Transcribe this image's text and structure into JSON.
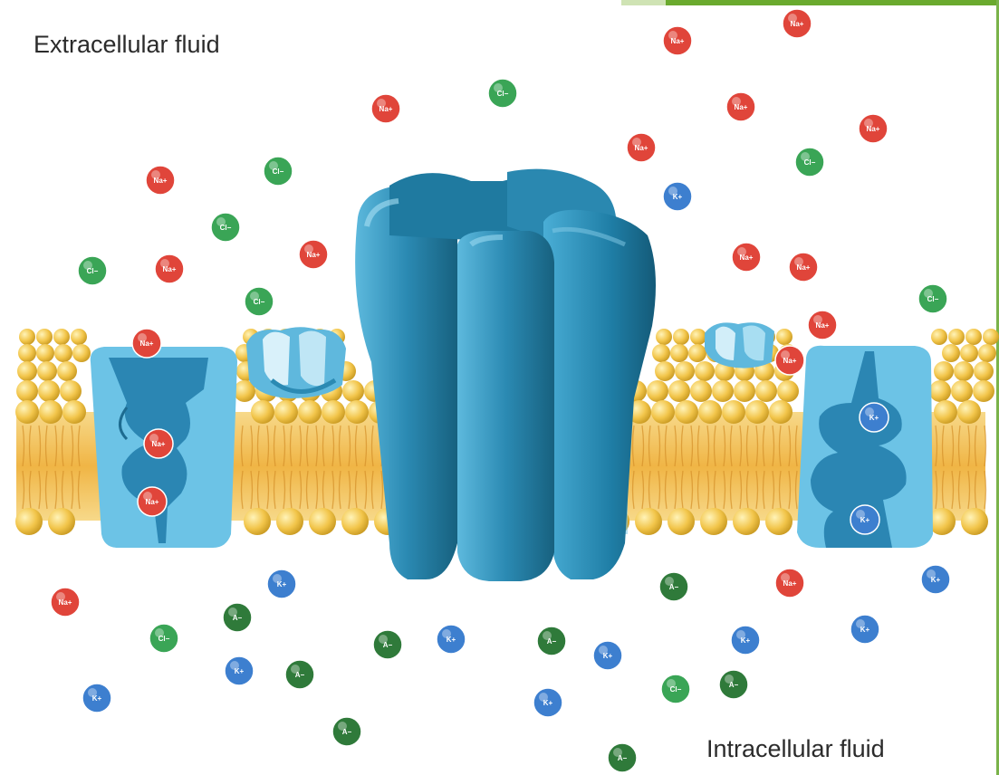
{
  "labels": {
    "extracellular": "Extracellular fluid",
    "intracellular": "Intracellular fluid"
  },
  "ion_types": {
    "Na": {
      "text": "Na+",
      "color": "#e0453a"
    },
    "Cl": {
      "text": "Cl−",
      "color": "#3aa556"
    },
    "K": {
      "text": "K+",
      "color": "#3d7fcf"
    },
    "A": {
      "text": "A−",
      "color": "#2f7a3a"
    }
  },
  "colors": {
    "protein": "#2e8fb5",
    "pump": "#6cc3e6",
    "lipid_head": "#f3c64a",
    "lipid_tail": "#f2b23a",
    "accent_bar": "#6aaa2e"
  }
}
